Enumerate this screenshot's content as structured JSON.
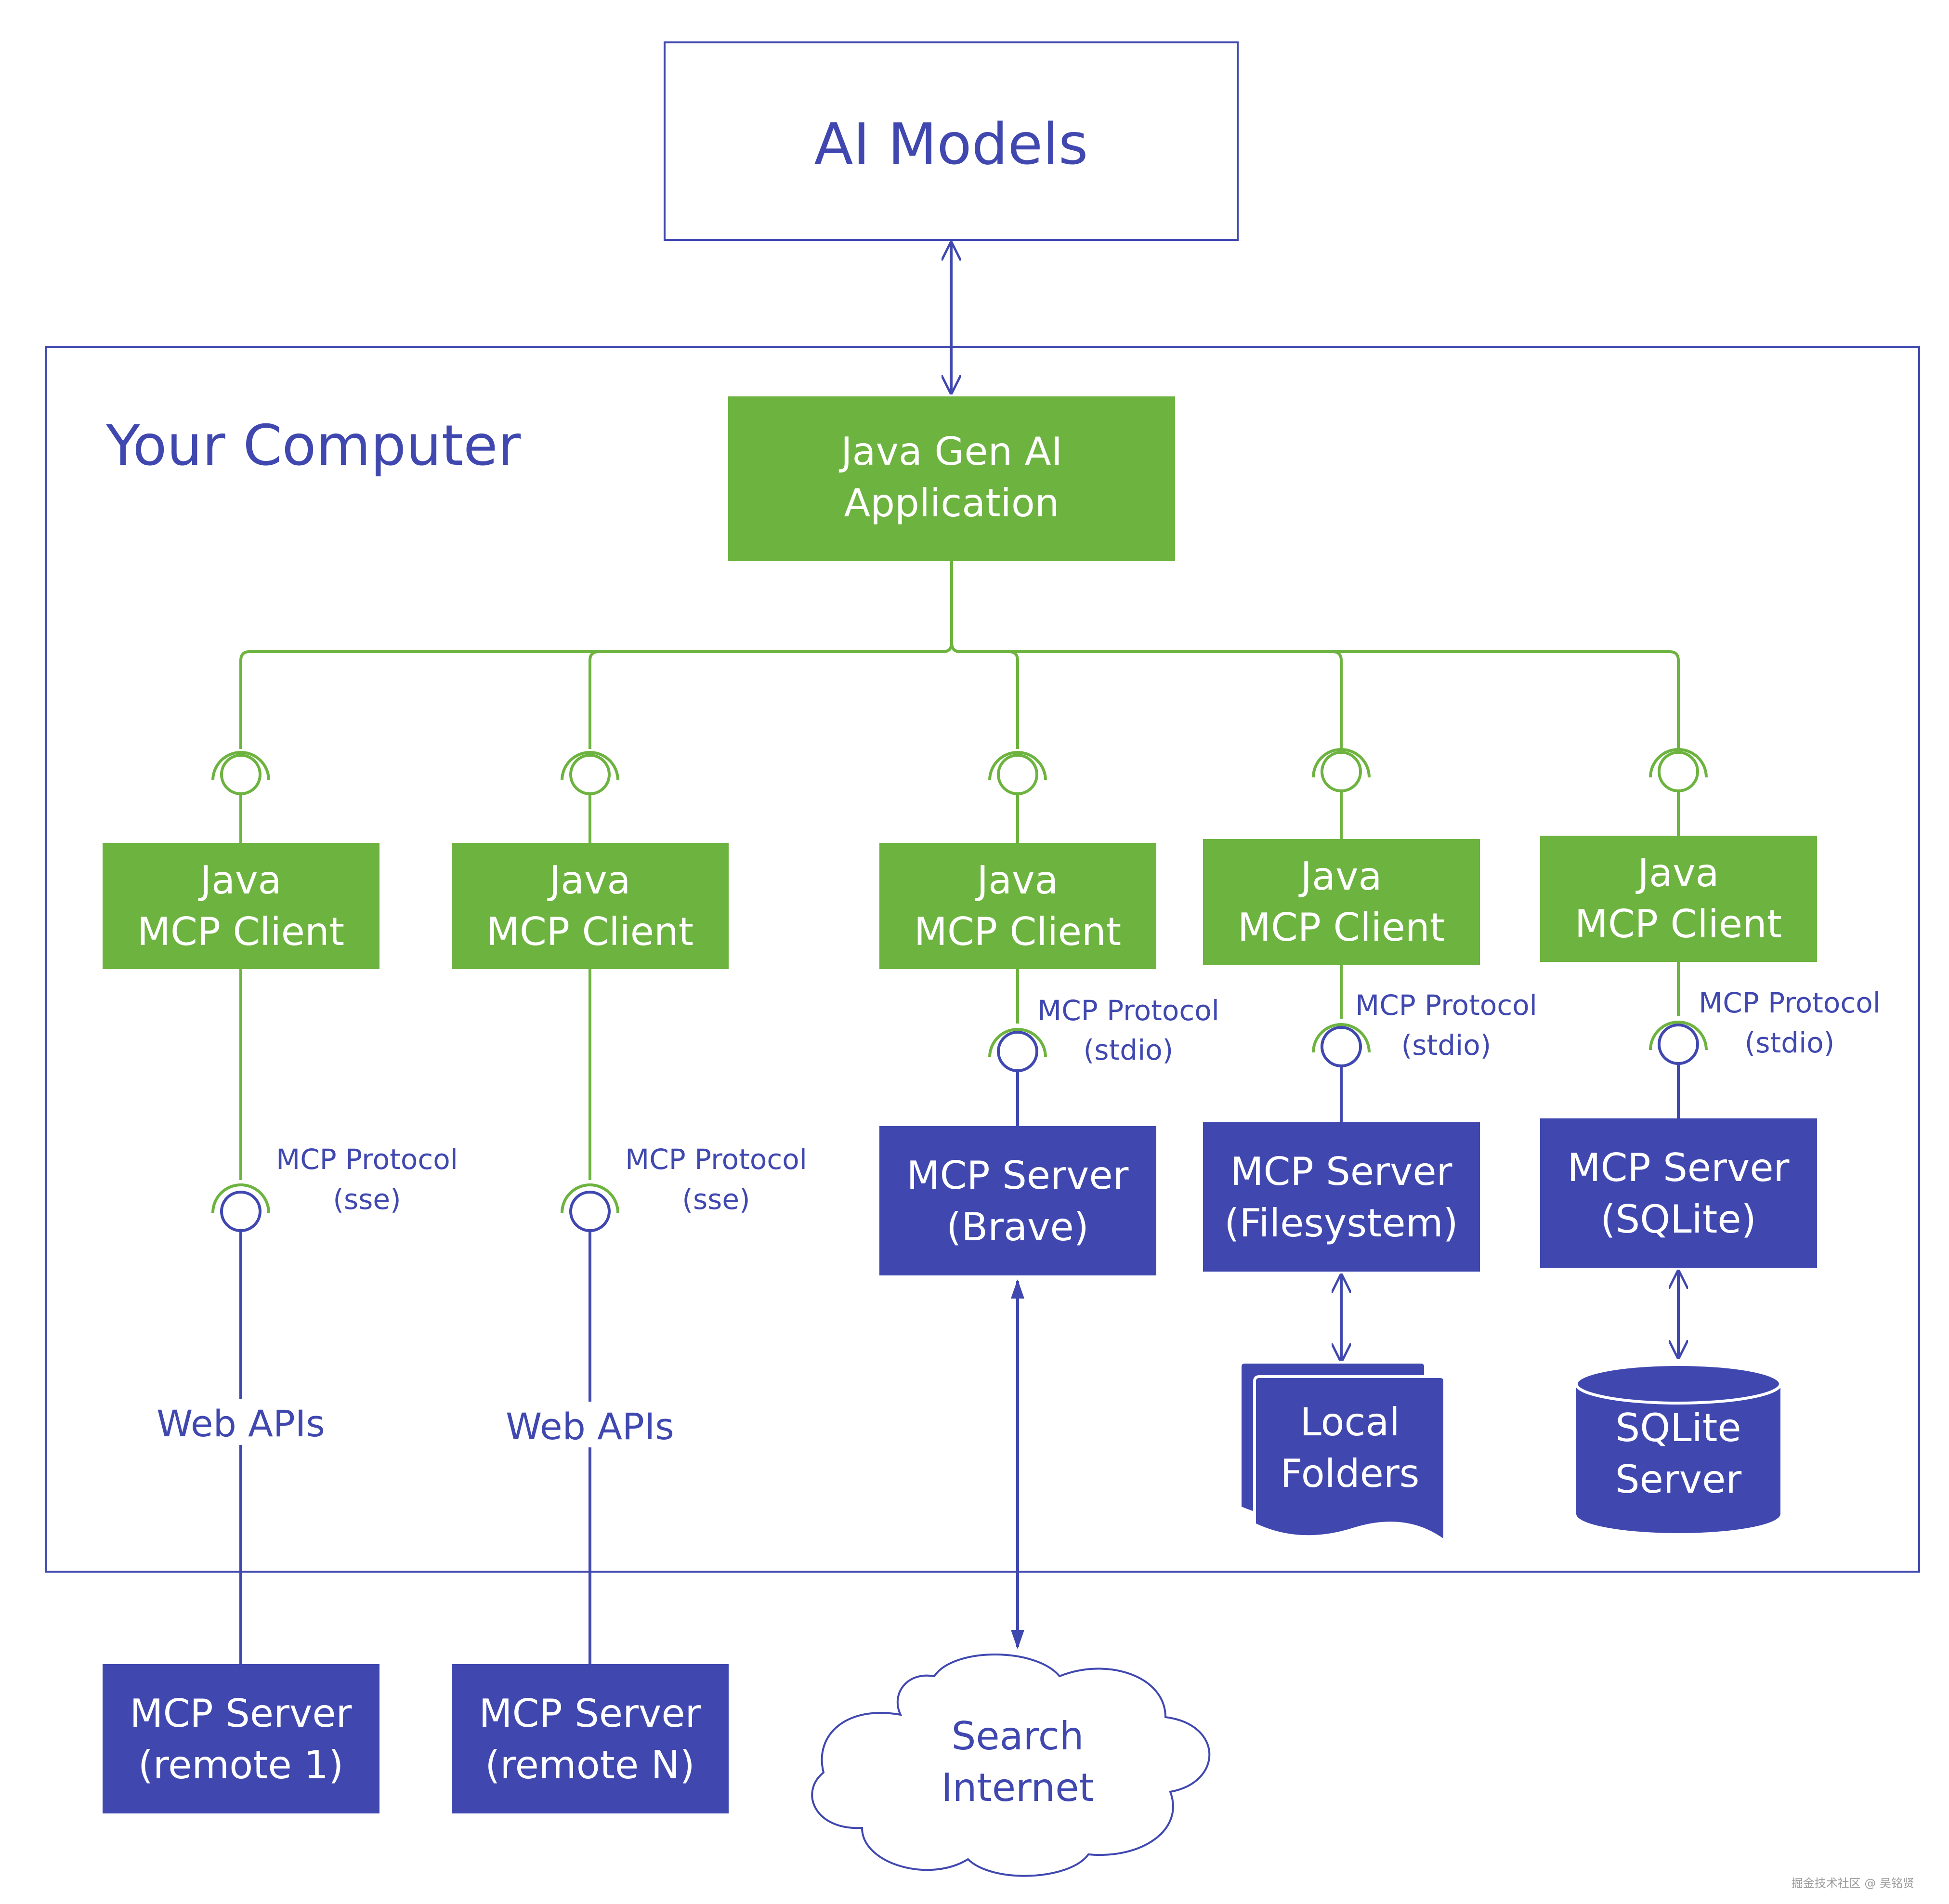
{
  "colors": {
    "blue": "#4048b0",
    "green": "#6db33f",
    "white": "#ffffff",
    "watermark": "#9a9a9a"
  },
  "ai_models": {
    "label": "AI Models"
  },
  "computer": {
    "label": "Your Computer"
  },
  "app": {
    "line1": "Java Gen AI",
    "line2": "Application"
  },
  "clients": [
    {
      "line1": "Java",
      "line2": "MCP Client"
    },
    {
      "line1": "Java",
      "line2": "MCP Client"
    },
    {
      "line1": "Java",
      "line2": "MCP Client"
    },
    {
      "line1": "Java",
      "line2": "MCP Client"
    },
    {
      "line1": "Java",
      "line2": "MCP Client"
    }
  ],
  "protocols": [
    {
      "line1": "MCP Protocol",
      "line2": "(sse)"
    },
    {
      "line1": "MCP Protocol",
      "line2": "(sse)"
    },
    {
      "line1": "MCP Protocol",
      "line2": "(stdio)"
    },
    {
      "line1": "MCP Protocol",
      "line2": "(stdio)"
    },
    {
      "line1": "MCP Protocol",
      "line2": "(stdio)"
    }
  ],
  "web_apis": [
    "Web APIs",
    "Web APIs"
  ],
  "local_servers": [
    {
      "line1": "MCP Server",
      "line2": "(Brave)"
    },
    {
      "line1": "MCP Server",
      "line2": "(Filesystem)"
    },
    {
      "line1": "MCP Server",
      "line2": "(SQLite)"
    }
  ],
  "remote_servers": [
    {
      "line1": "MCP Server",
      "line2": "(remote 1)"
    },
    {
      "line1": "MCP Server",
      "line2": "(remote N)"
    }
  ],
  "local_folders": {
    "line1": "Local",
    "line2": "Folders"
  },
  "sqlite_db": {
    "line1": "SQLite",
    "line2": "Server"
  },
  "internet": {
    "line1": "Search",
    "line2": "Internet"
  },
  "watermark": "掘金技术社区 @ 吴铭贤"
}
